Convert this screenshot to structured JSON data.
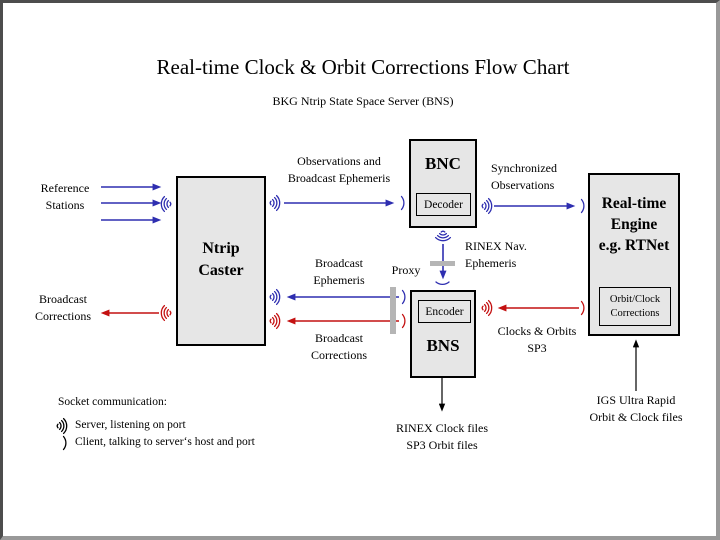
{
  "title": "Real-time Clock & Orbit Corrections Flow Chart",
  "subtitle": "BKG Ntrip State Space Server  (BNS)",
  "boxes": {
    "ntrip_caster": {
      "label": "Ntrip\nCaster"
    },
    "bnc": {
      "label": "BNC",
      "sub_label": "Decoder"
    },
    "bns": {
      "label": "BNS",
      "sub_label": "Encoder"
    },
    "rt_engine": {
      "label": "Real-time\nEngine\ne.g. RTNet",
      "sub_label": "Orbit/Clock\nCorrections"
    }
  },
  "labels": {
    "reference_stations": "Reference\nStations",
    "broadcast_corrections_left": "Broadcast\nCorrections",
    "observations": "Observations and\nBroadcast Ephemeris",
    "synchronized": "Synchronized\nObservations",
    "rinex_nav": "RINEX Nav.\nEphemeris",
    "proxy": "Proxy",
    "broadcast_ephemeris": "Broadcast\nEphemeris",
    "broadcast_corrections_mid": "Broadcast\nCorrections",
    "clocks_orbits": "Clocks & Orbits\nSP3",
    "rinex_clock_files": "RINEX Clock files\nSP3 Orbit files",
    "igs_ultra_rapid": "IGS Ultra Rapid\nOrbit & Clock files"
  },
  "legend": {
    "heading": "Socket communication:",
    "server": "Server, listening on port",
    "client": "Client, talking to server‘s host and port"
  },
  "colors": {
    "arrow_blue": "#2e2eb0",
    "arrow_red": "#c41111",
    "box_fill": "#e6e6e6",
    "proxy_gray": "#b5b5b5"
  }
}
